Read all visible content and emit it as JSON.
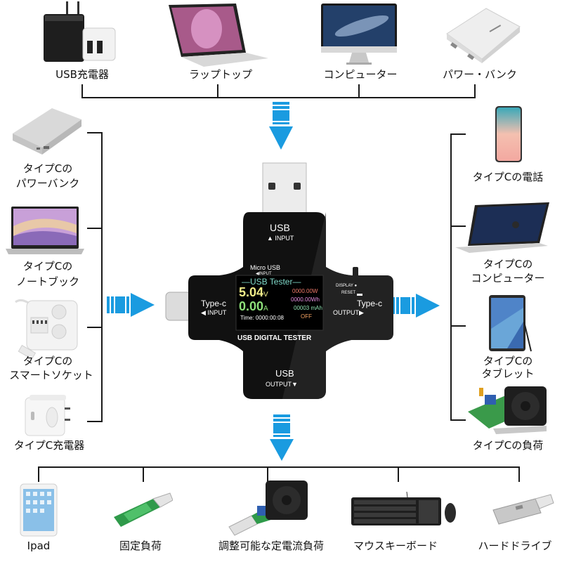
{
  "top_devices": [
    {
      "label": "USB充電器"
    },
    {
      "label": "ラップトップ"
    },
    {
      "label": "コンピューター"
    },
    {
      "label": "パワー・バンク"
    }
  ],
  "left_devices": [
    {
      "line1": "タイプCの",
      "line2": "パワーバンク"
    },
    {
      "line1": "タイプCの",
      "line2": "ノートブック"
    },
    {
      "line1": "タイプCの",
      "line2": "スマートソケット"
    },
    {
      "line1": "タイプC充電器",
      "line2": ""
    }
  ],
  "right_devices": [
    {
      "line1": "タイプCの電話",
      "line2": ""
    },
    {
      "line1": "タイプCの",
      "line2": "コンピューター"
    },
    {
      "line1": "タイプCの",
      "line2": "タブレット"
    },
    {
      "line1": "タイプCの負荷",
      "line2": ""
    }
  ],
  "bottom_devices": [
    {
      "label": "Ipad"
    },
    {
      "label": "固定負荷"
    },
    {
      "label": "調整可能な定電流負荷"
    },
    {
      "label": "マウスキーボード"
    },
    {
      "label": "ハードドライブ"
    }
  ],
  "tester": {
    "usb_input_title": "USB",
    "usb_input_sub": "▲ INPUT",
    "micro_usb": "Micro USB",
    "micro_input": "◀INPUT",
    "typec_input_title": "Type-c",
    "typec_input_sub": "◀ INPUT",
    "typec_output_title": "Type-c",
    "typec_output_sub": "OUTPUT▶",
    "display_label": "DISPLAY ●",
    "reset_label": "RESET",
    "brand": "USB DIGITAL TESTER",
    "usb_output_title": "USB",
    "usb_output_sub": "OUTPUT▼",
    "screen": {
      "title": "—USB Tester—",
      "voltage": "5.04",
      "voltage_unit": "V",
      "current": "0.00",
      "current_unit": "A",
      "power": "0000.00W",
      "energy": "0000.00Wh",
      "capacity": "00003 mAh",
      "status": "OFF",
      "time": "Time: 0000:00:08"
    }
  },
  "colors": {
    "arrow_blue": "#1a9be0",
    "voltage": "#f3ef8a",
    "current": "#8ee07a",
    "screen_title": "#7fd9c9",
    "power": "#f07a6a",
    "energy": "#e58ee0",
    "capacity": "#8ee0b0",
    "status": "#f0a060"
  }
}
